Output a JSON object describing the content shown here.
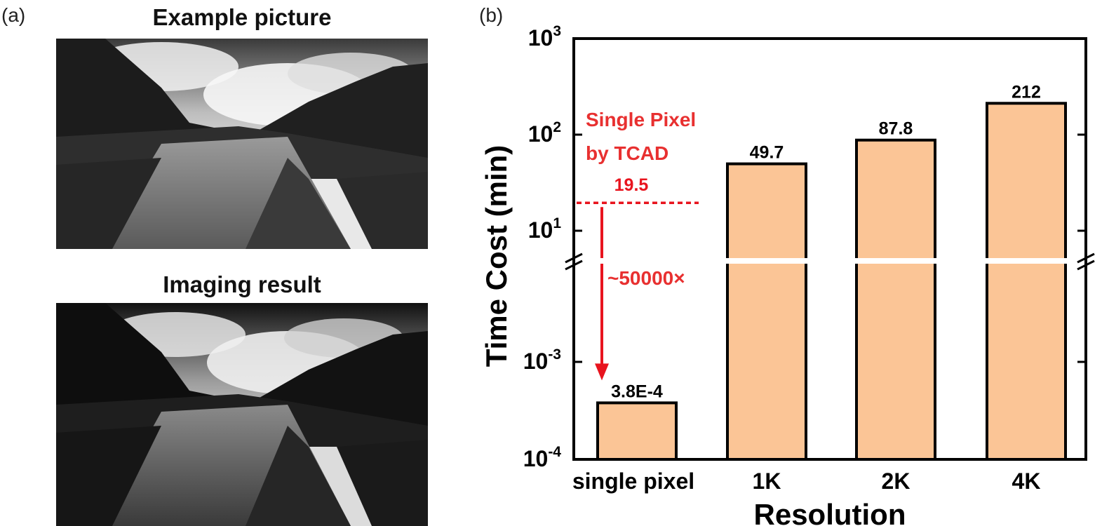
{
  "panel_a": {
    "label": "(a)",
    "top_title": "Example picture",
    "bottom_title": "Imaging result"
  },
  "panel_b": {
    "label": "(b)"
  },
  "colors": {
    "bar_fill": "#FBC596",
    "bar_stroke": "#000000",
    "annotation": "#E83030",
    "arrow": "#E8141E"
  },
  "chart_data": {
    "type": "bar",
    "xlabel": "Resolution",
    "ylabel": "Time Cost (min)",
    "yscale": "log",
    "axis_break": true,
    "ylim_lower": [
      0.0001,
      0.01
    ],
    "ylim_upper": [
      5,
      1000
    ],
    "yticks": [
      {
        "base": "10",
        "exp": "-4",
        "value": 0.0001
      },
      {
        "base": "10",
        "exp": "-3",
        "value": 0.001
      },
      {
        "base": "10",
        "exp": "1",
        "value": 10
      },
      {
        "base": "10",
        "exp": "2",
        "value": 100
      },
      {
        "base": "10",
        "exp": "3",
        "value": 1000
      }
    ],
    "categories": [
      "single pixel",
      "1K",
      "2K",
      "4K"
    ],
    "values": [
      0.00038,
      49.7,
      87.8,
      212
    ],
    "value_labels": [
      "3.8E-4",
      "49.7",
      "87.8",
      "212"
    ],
    "reference": {
      "label_line1": "Single Pixel",
      "label_line2": "by TCAD",
      "value": 19.5,
      "value_label": "19.5",
      "speedup_label": "~50000×"
    }
  }
}
